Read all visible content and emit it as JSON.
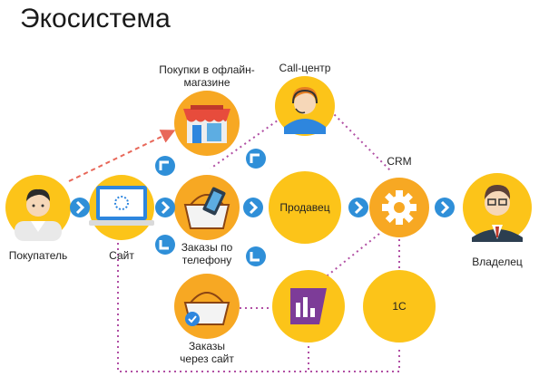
{
  "title": "Экосистема",
  "nodes": {
    "buyer": {
      "label": "Покупатель"
    },
    "site": {
      "label": "Сайт"
    },
    "offline": {
      "label_line1": "Покупки в офлайн-",
      "label_line2": "магазине"
    },
    "callcenter": {
      "label": "Call-центр"
    },
    "phone_orders": {
      "label_line1": "Заказы по",
      "label_line2": "телефону"
    },
    "seller": {
      "label": "Продавец"
    },
    "crm": {
      "label": "CRM"
    },
    "owner": {
      "label": "Владелец"
    },
    "site_orders": {
      "label_line1": "Заказы",
      "label_line2": "через сайт"
    },
    "analytics": {
      "label": ""
    },
    "onec": {
      "label": "1С"
    }
  },
  "colors": {
    "orange": "#F7A823",
    "yellow": "#FCC419",
    "blue_arrow": "#2F8FD8",
    "dotted": "#B14FA4",
    "dashed_red": "#E8685A"
  }
}
